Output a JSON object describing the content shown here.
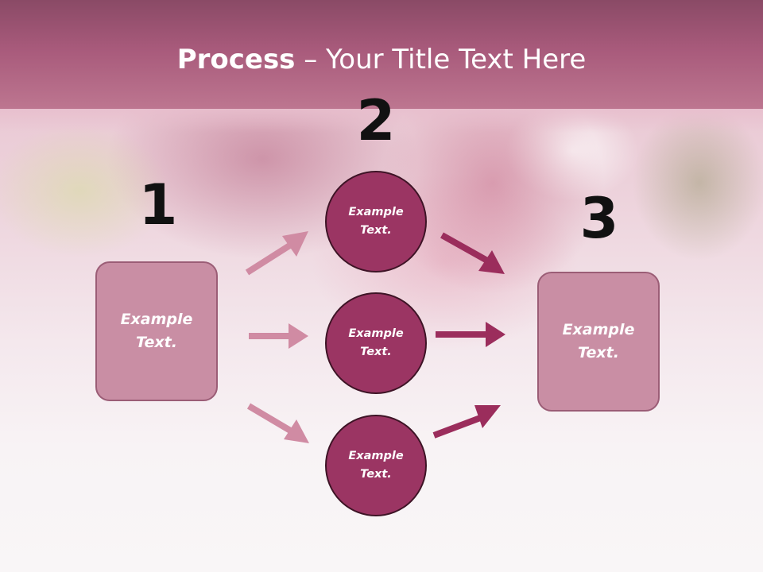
{
  "title": {
    "bold": "Process",
    "rest": " – Your Title Text Here"
  },
  "steps": [
    {
      "number": "1",
      "text": "Example\nText."
    },
    {
      "number": "2",
      "text": "Example\nText."
    },
    {
      "number": "3",
      "text": "Example\nText."
    }
  ],
  "circles": [
    {
      "text": "Example\nText."
    },
    {
      "text": "Example\nText."
    },
    {
      "text": "Example\nText."
    }
  ],
  "colors": {
    "title_bar": "#a85a7b",
    "box_fill": "#c98ea4",
    "box_border": "#9b5d76",
    "circle_fill": "#9b3563",
    "circle_border": "#3e1426",
    "arrow_light": "#d08ba3",
    "arrow_dark": "#9b2d5c",
    "number_text": "#111111",
    "label_text": "#ffffff"
  }
}
